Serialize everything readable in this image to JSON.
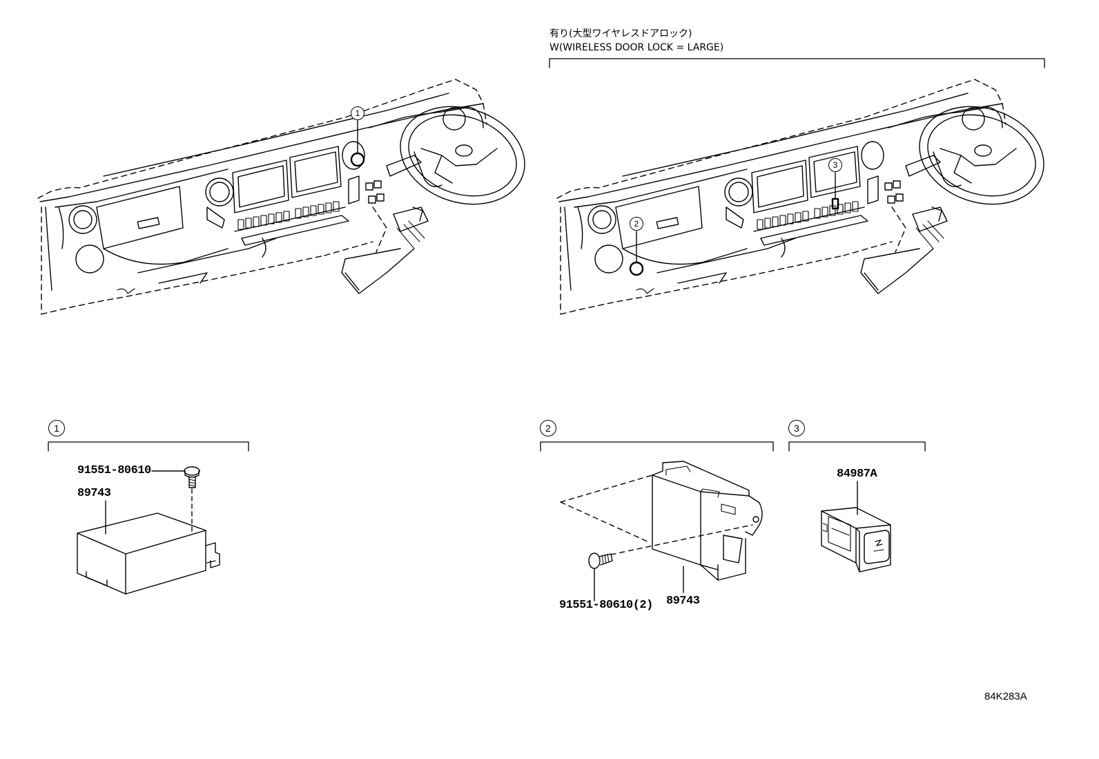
{
  "header": {
    "line1": "有り(大型ワイヤレスドアロック)",
    "line2": "W(WIRELESS DOOR LOCK = LARGE)"
  },
  "callouts": {
    "c1": "1",
    "c2": "2",
    "c3": "3"
  },
  "section1": {
    "bolt_part": "91551-80610",
    "unit_part": "89743"
  },
  "section2": {
    "bolt_part": "91551-80610(2)",
    "unit_part": "89743"
  },
  "section3": {
    "switch_part": "84987A"
  },
  "figure_ref": "84K283A"
}
